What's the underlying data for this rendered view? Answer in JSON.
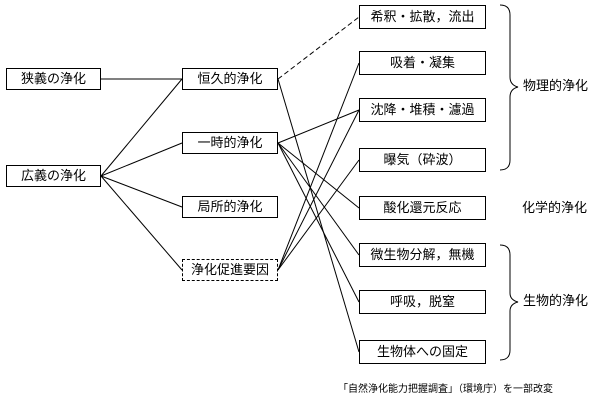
{
  "nodes": {
    "narrow": "狭義の浄化",
    "broad": "広義の浄化",
    "permanent": "恒久的浄化",
    "temporary": "一時的浄化",
    "local": "局所的浄化",
    "promote": "浄化促進要因",
    "dilution": "希釈・拡散，流出",
    "adsorption": "吸着・凝集",
    "sedimentation": "沈降・堆積・濾過",
    "aeration": "曝気（砕波）",
    "redox": "酸化還元反応",
    "microbial": "微生物分解，無機",
    "respiration": "呼吸，脱窒",
    "fixation": "生物体への固定"
  },
  "groups": {
    "physical": "物理的浄化",
    "chemical": "化学的浄化",
    "biological": "生物的浄化"
  },
  "caption": "「自然浄化能力把握調査」（環境庁）を一部改変"
}
